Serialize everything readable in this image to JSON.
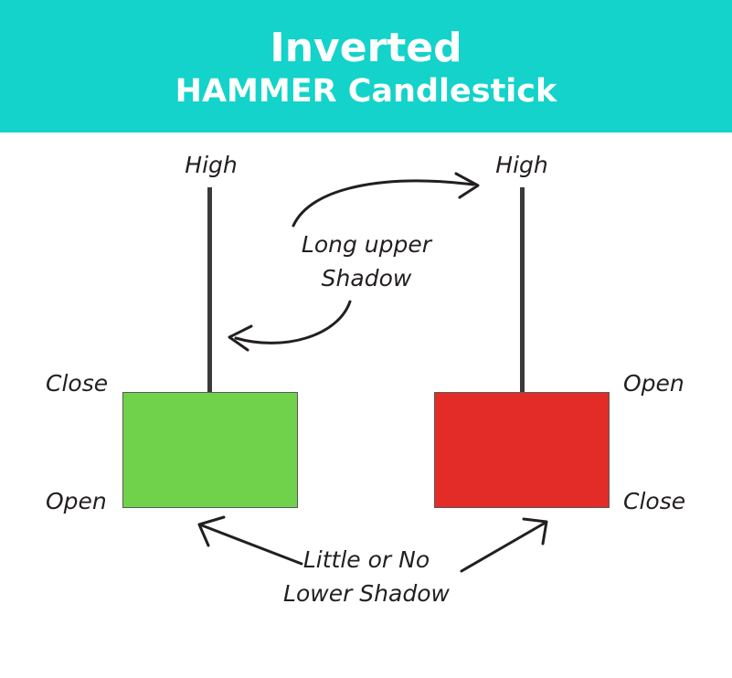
{
  "header": {
    "title_line1": "Inverted",
    "title_line2": "HAMMER Candlestick",
    "background_color": "#13d3ca",
    "text_color": "#ffffff"
  },
  "diagram": {
    "type": "candlestick-pattern-illustration",
    "background_color": "#ffffff",
    "line_color": "#231f20",
    "candles": [
      {
        "name": "bullish-candle",
        "body_color": "#6fd24a",
        "border_color": "#5a5a5a",
        "wick_color": "#3a3a3c",
        "top_label": "High",
        "body_top_label": "Close",
        "body_bottom_label": "Open",
        "labels_side": "left"
      },
      {
        "name": "bearish-candle",
        "body_color": "#e32b28",
        "border_color": "#5a5a5a",
        "wick_color": "#3a3a3c",
        "top_label": "High",
        "body_top_label": "Open",
        "body_bottom_label": "Close",
        "labels_side": "right"
      }
    ],
    "annotations": {
      "upper_shadow_line1": "Long upper",
      "upper_shadow_line2": "Shadow",
      "lower_shadow_line1": "Little or No",
      "lower_shadow_line2": "Lower Shadow"
    }
  }
}
